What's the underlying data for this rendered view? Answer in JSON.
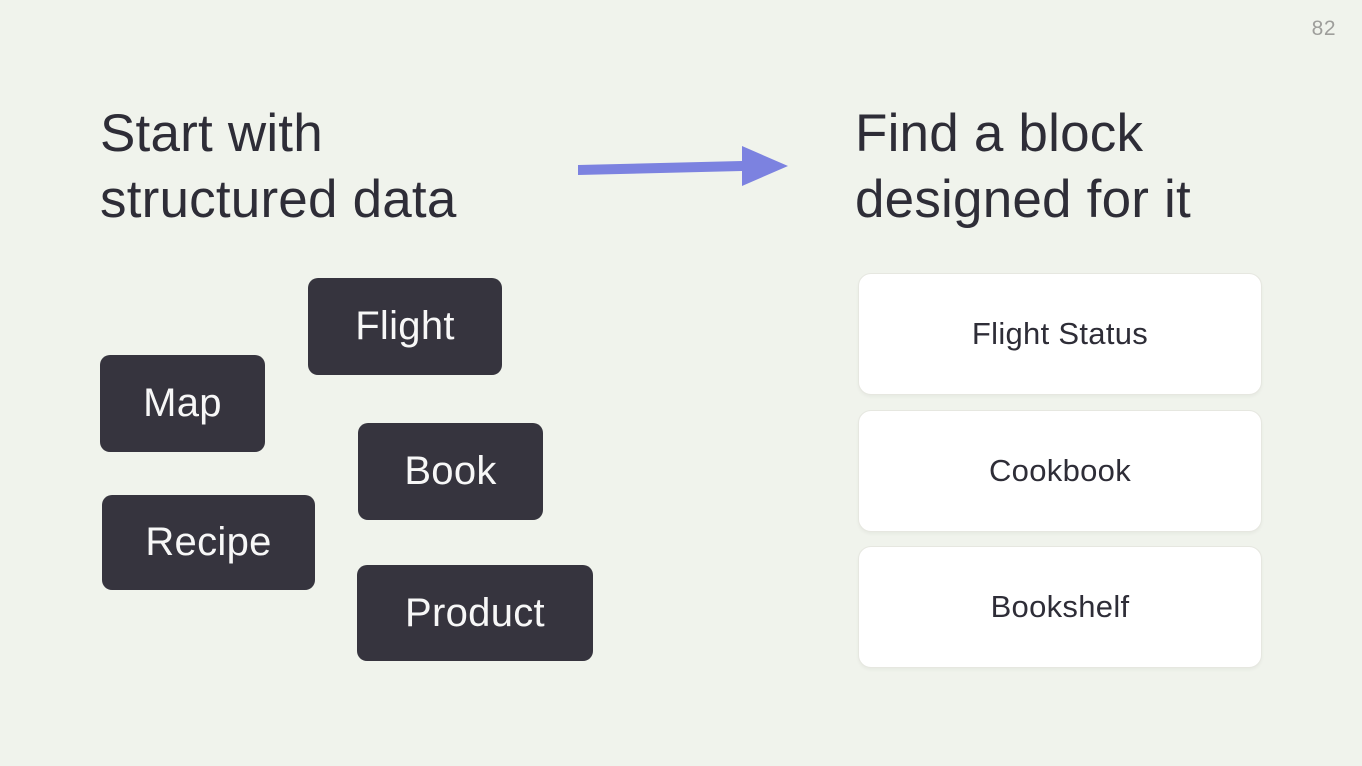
{
  "page_number": "82",
  "left_heading": {
    "line1": "Start with",
    "line2": "structured data"
  },
  "right_heading": {
    "line1": "Find a block",
    "line2": "designed for it"
  },
  "tags": [
    {
      "label": "Flight"
    },
    {
      "label": "Map"
    },
    {
      "label": "Book"
    },
    {
      "label": "Recipe"
    },
    {
      "label": "Product"
    }
  ],
  "cards": [
    {
      "label": "Flight Status"
    },
    {
      "label": "Cookbook"
    },
    {
      "label": "Bookshelf"
    }
  ],
  "icons": {
    "arrow": "right-arrow"
  },
  "colors": {
    "background": "#f0f3ec",
    "heading_text": "#2e2d37",
    "tag_background": "#36343e",
    "tag_text": "#f7f7f7",
    "card_background": "#ffffff",
    "card_border": "#e6e7e0",
    "card_text": "#2e2d37",
    "arrow": "#7c82e0",
    "page_number": "#9e9e9b"
  }
}
